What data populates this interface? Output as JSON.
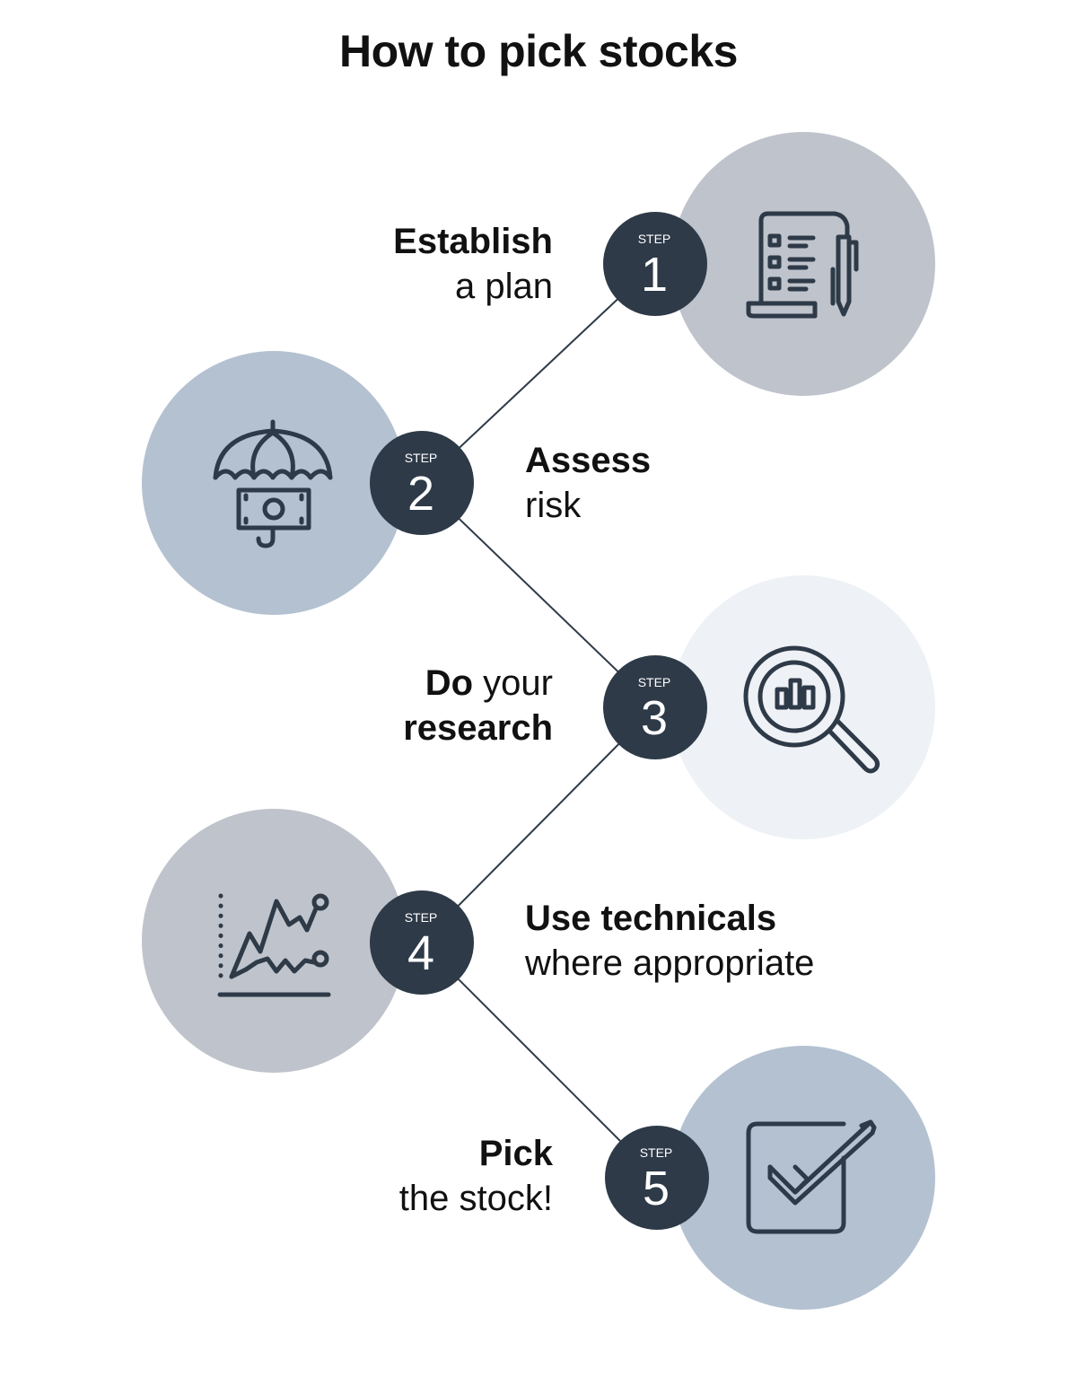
{
  "title": "How to pick stocks",
  "colors": {
    "badge": "#2e3a48",
    "icon_stroke": "#2e3a48",
    "circle_gray": "#bfc3cb",
    "circle_blue": "#b4c1d1",
    "circle_light": "#eef1f5",
    "line": "#2e3a48"
  },
  "step_word": "STEP",
  "steps": [
    {
      "number": "1",
      "line1": "Establish",
      "line2": "a plan",
      "icon": "document-pen-icon",
      "circle_color": "circle_gray"
    },
    {
      "number": "2",
      "line1": "Assess",
      "line2": "risk",
      "icon": "umbrella-money-icon",
      "circle_color": "circle_blue"
    },
    {
      "number": "3",
      "line1_bold": "Do",
      "line1_regular": " your",
      "line2": "research",
      "icon": "magnifier-chart-icon",
      "circle_color": "circle_light"
    },
    {
      "number": "4",
      "line1": "Use technicals",
      "line2": "where appropriate",
      "icon": "line-chart-icon",
      "circle_color": "circle_gray"
    },
    {
      "number": "5",
      "line1": "Pick",
      "line2": "the stock!",
      "icon": "checkbox-icon",
      "circle_color": "circle_blue"
    }
  ]
}
